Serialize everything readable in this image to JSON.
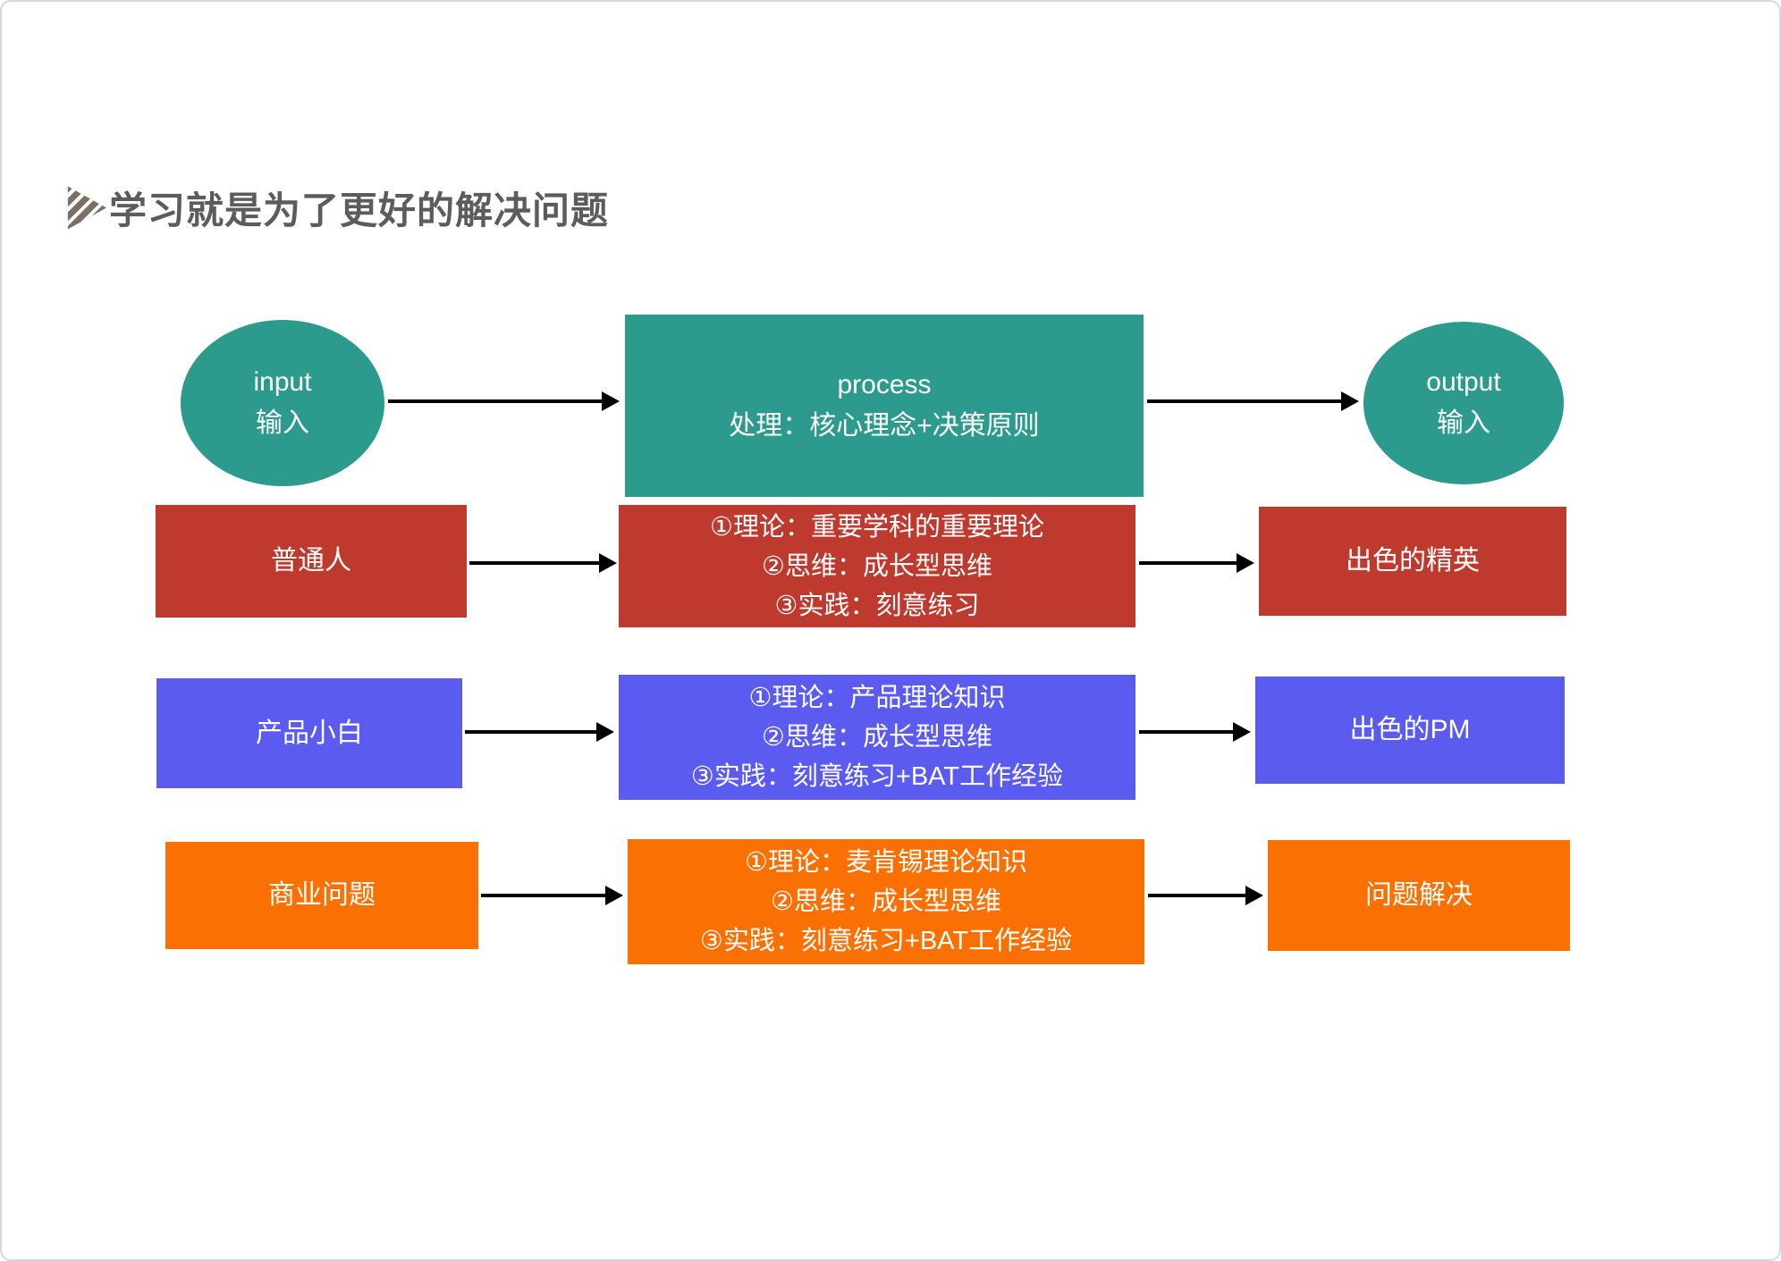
{
  "page": {
    "title": "学习就是为了更好的解决问题",
    "title_icon": "striped-play-triangle-icon"
  },
  "palette": {
    "green": "#2c9a8d",
    "red": "#bf3a2e",
    "blue": "#5b5bf0",
    "orange": "#fa7002",
    "arrow": "#000000",
    "title_text": "#5c5c5c"
  },
  "rows": [
    {
      "id": "io-process-row",
      "color": "green",
      "left": {
        "shape": "ellipse",
        "lines": [
          "input",
          "输入"
        ]
      },
      "middle": {
        "shape": "rect",
        "lines": [
          "process",
          "处理：核心理念+决策原则"
        ]
      },
      "right": {
        "shape": "ellipse",
        "lines": [
          "output",
          "输入"
        ]
      }
    },
    {
      "id": "ordinary-person-row",
      "color": "red",
      "left": {
        "shape": "rect",
        "lines": [
          "普通人"
        ]
      },
      "middle": {
        "shape": "rect",
        "lines": [
          "①理论：重要学科的重要理论",
          "②思维：成长型思维",
          "③实践：刻意练习"
        ]
      },
      "right": {
        "shape": "rect",
        "lines": [
          "出色的精英"
        ]
      }
    },
    {
      "id": "product-novice-row",
      "color": "blue",
      "left": {
        "shape": "rect",
        "lines": [
          "产品小白"
        ]
      },
      "middle": {
        "shape": "rect",
        "lines": [
          "①理论：产品理论知识",
          "②思维：成长型思维",
          "③实践：刻意练习+BAT工作经验"
        ]
      },
      "right": {
        "shape": "rect",
        "lines": [
          "出色的PM"
        ]
      }
    },
    {
      "id": "business-problem-row",
      "color": "orange",
      "left": {
        "shape": "rect",
        "lines": [
          "商业问题"
        ]
      },
      "middle": {
        "shape": "rect",
        "lines": [
          "①理论：麦肯锡理论知识",
          "②思维：成长型思维",
          "③实践：刻意练习+BAT工作经验"
        ]
      },
      "right": {
        "shape": "rect",
        "lines": [
          "问题解决"
        ]
      }
    }
  ]
}
